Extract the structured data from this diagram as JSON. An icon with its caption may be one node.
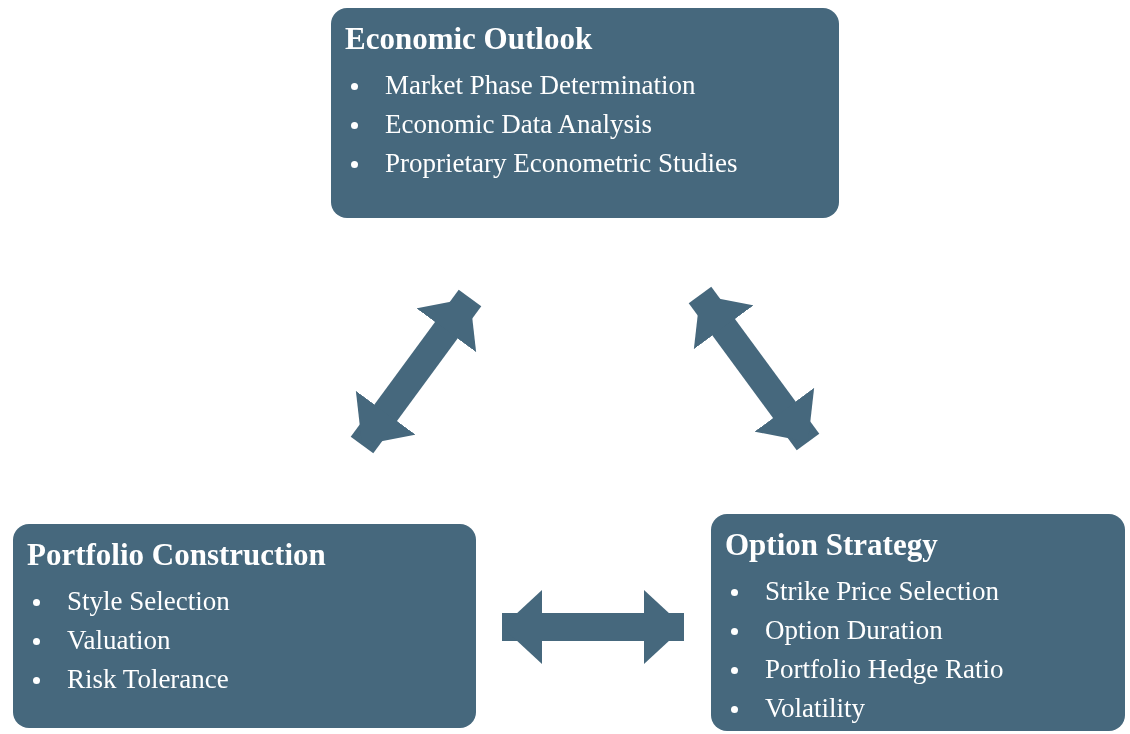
{
  "diagram": {
    "nodes": [
      {
        "text": [
          "Economic Outlook",
          "Market Phase Determination",
          "Economic Data Analysis",
          "Proprietary Econometric Studies"
        ]
      },
      {
        "text": [
          "Portfolio Construction",
          "Style Selection",
          "Valuation",
          "Risk Tolerance"
        ]
      },
      {
        "text": [
          "Option Strategy",
          "Strike Price Selection",
          "Option Duration",
          "Portfolio Hedge Ratio",
          "Volatility"
        ]
      }
    ],
    "edges": [
      {
        "from": 1,
        "to": 0,
        "arrow": "both"
      },
      {
        "from": 0,
        "to": 2,
        "arrow": "both"
      },
      {
        "from": 1,
        "to": 2,
        "arrow": "both"
      }
    ]
  }
}
